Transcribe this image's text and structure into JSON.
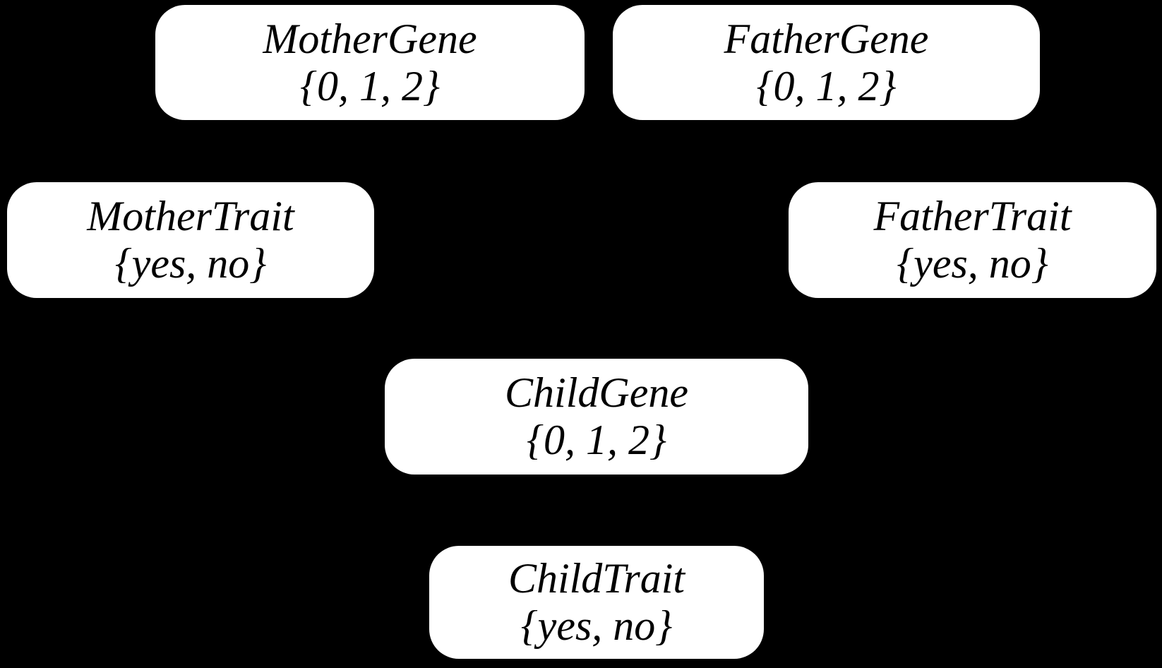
{
  "colors": {
    "background": "#000000",
    "node_fill": "#ffffff",
    "node_text": "#000000"
  },
  "diagram_type": "bayesian-network",
  "nodes": [
    {
      "name": "MotherGene",
      "domain": "{0, 1, 2}"
    },
    {
      "name": "FatherGene",
      "domain": "{0, 1, 2}"
    },
    {
      "name": "MotherTrait",
      "domain": "{yes, no}"
    },
    {
      "name": "FatherTrait",
      "domain": "{yes, no}"
    },
    {
      "name": "ChildGene",
      "domain": "{0, 1, 2}"
    },
    {
      "name": "ChildTrait",
      "domain": "{yes, no}"
    }
  ]
}
